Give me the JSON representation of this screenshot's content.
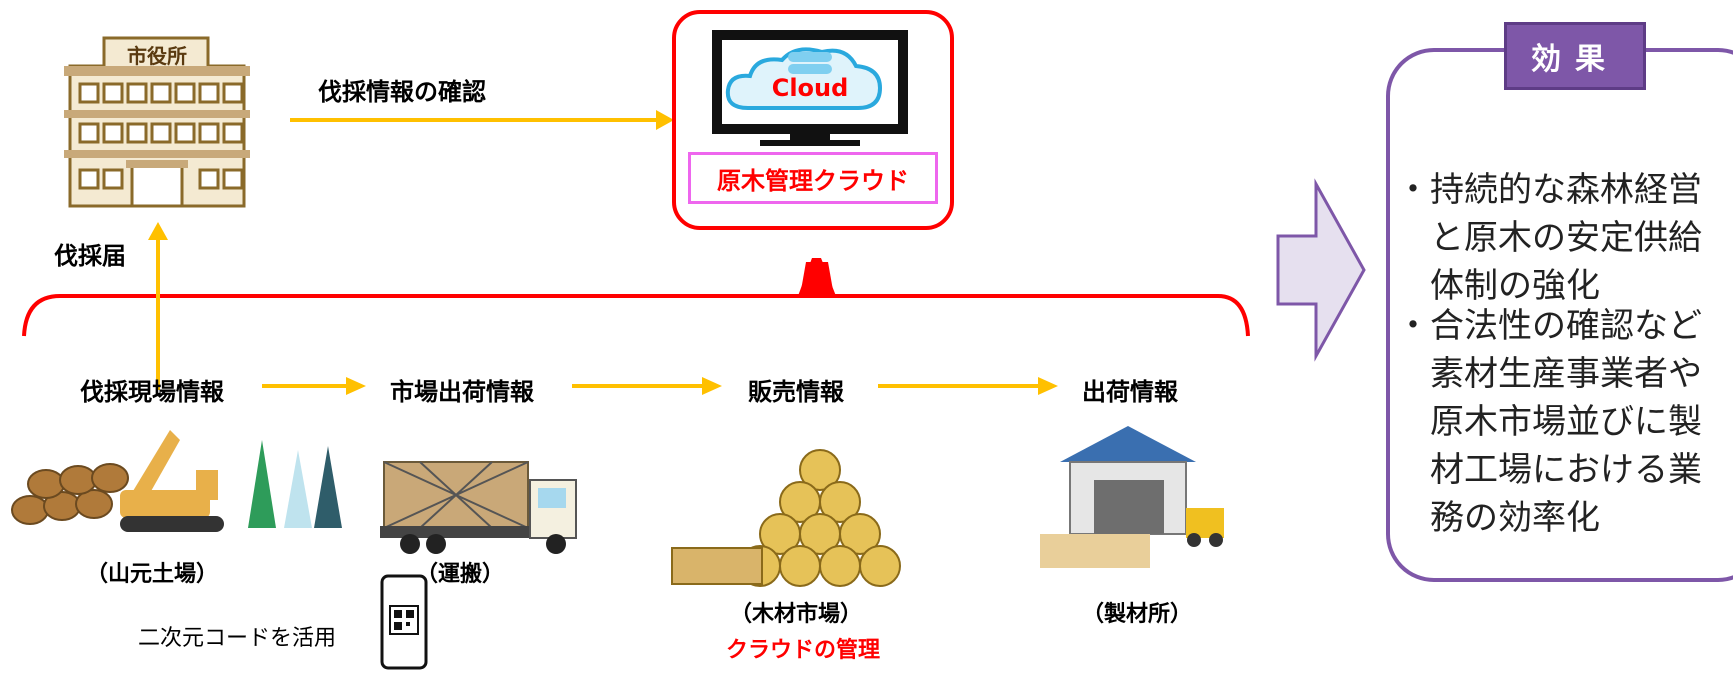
{
  "city_hall": {
    "sign": "市役所"
  },
  "arrows": {
    "confirm_label": "伐採情報の確認",
    "report_label": "伐採届"
  },
  "cloud": {
    "screen_text": "Cloud",
    "box_label": "原木管理クラウド"
  },
  "flow": [
    {
      "info": "伐採現場情報",
      "place": "（山元土場）"
    },
    {
      "info": "市場出荷情報",
      "place": "（運搬）"
    },
    {
      "info": "販売情報",
      "place": "（木材市場）",
      "note": "クラウドの管理"
    },
    {
      "info": "出荷情報",
      "place": "（製材所）"
    }
  ],
  "qr_note": "二次元コードを活用",
  "effect": {
    "title": "効果",
    "items": [
      {
        "lines": [
          "・持続的な森林経営",
          "と原木の安定供給",
          "体制の強化"
        ]
      },
      {
        "lines": [
          "・合法性の確認など",
          "素材生産事業者や",
          "原木市場並びに製",
          "材工場における業",
          "務の効率化"
        ]
      }
    ]
  },
  "colors": {
    "arrow": "#ffc000",
    "bracket": "#ff0000",
    "label_text_red": "#ff0000",
    "effect_purple": "#7e57a8",
    "big_arrow_fill": "#e6e0ef"
  }
}
